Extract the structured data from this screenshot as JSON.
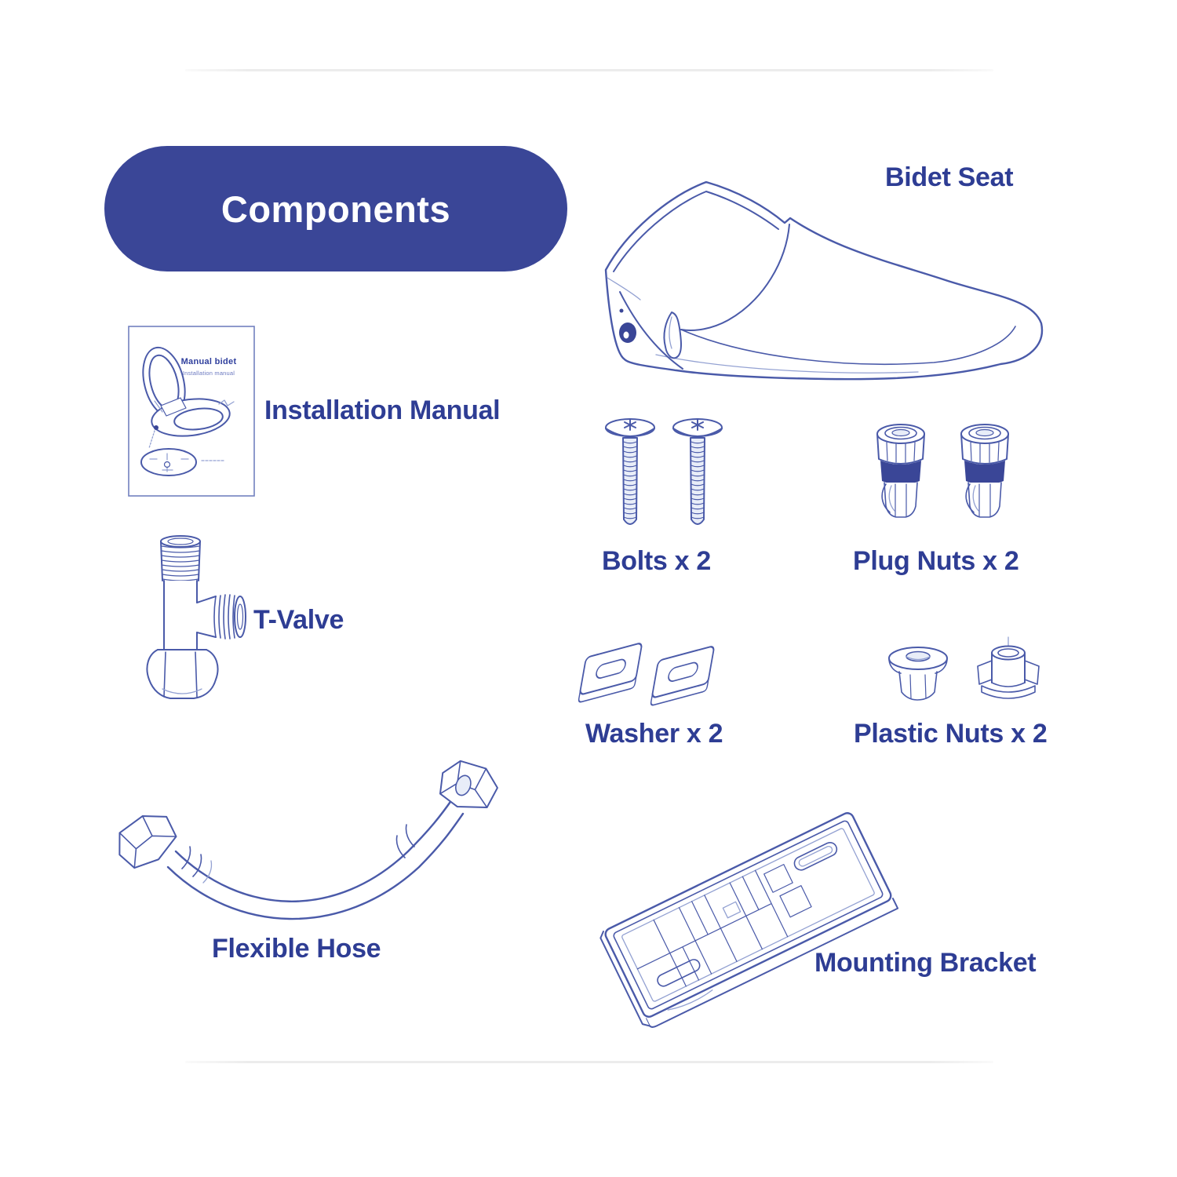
{
  "header": {
    "badge": "Components"
  },
  "theme": {
    "background": "#ffffff",
    "badge_bg": "#3a4697",
    "badge_text": "#ffffff",
    "label_color": "#2e3d94",
    "line_art_stroke": "#4a5aa9",
    "line_art_light": "#93a1d2",
    "plug_nut_band": "#3a4697",
    "divider_color": "#ececec"
  },
  "components": [
    {
      "id": "bidet-seat",
      "label": "Bidet Seat"
    },
    {
      "id": "installation-manual",
      "label": "Installation Manual"
    },
    {
      "id": "bolts",
      "label": "Bolts x 2"
    },
    {
      "id": "plug-nuts",
      "label": "Plug Nuts x 2"
    },
    {
      "id": "t-valve",
      "label": "T-Valve"
    },
    {
      "id": "washer",
      "label": "Washer x 2"
    },
    {
      "id": "plastic-nuts",
      "label": "Plastic Nuts x 2"
    },
    {
      "id": "flexible-hose",
      "label": "Flexible Hose"
    },
    {
      "id": "mounting-bracket",
      "label": "Mounting Bracket"
    }
  ],
  "manual_cover": {
    "title": "Manual bidet",
    "subtitle": "Installation manual"
  }
}
